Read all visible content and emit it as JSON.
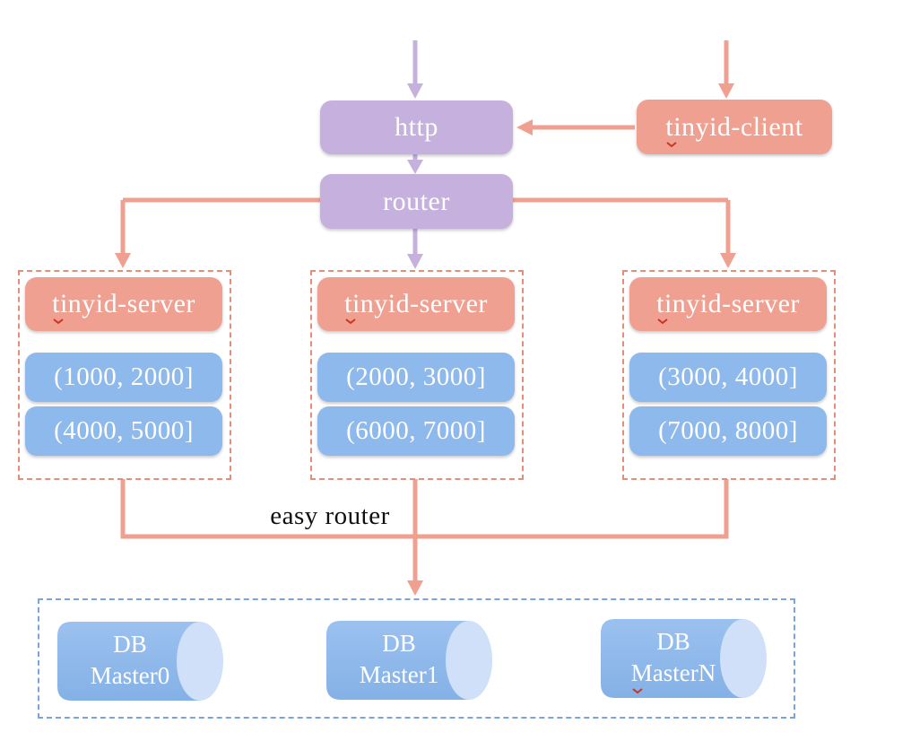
{
  "nodes": {
    "http": "http",
    "router": "router",
    "client": "tinyid-client",
    "servers": [
      {
        "title": "tinyid-server",
        "ranges": [
          "(1000, 2000]",
          "(4000, 5000]"
        ]
      },
      {
        "title": "tinyid-server",
        "ranges": [
          "(2000, 3000]",
          "(6000, 7000]"
        ]
      },
      {
        "title": "tinyid-server",
        "ranges": [
          "(3000, 4000]",
          "(7000, 8000]"
        ]
      }
    ],
    "easy_router": "easy router",
    "databases": [
      {
        "line1": "DB",
        "line2": "Master0"
      },
      {
        "line1": "DB",
        "line2": "Master1"
      },
      {
        "line1": "DB",
        "line2": "MasterN"
      }
    ]
  },
  "colors": {
    "purple": "#c6b1de",
    "salmon": "#efa091",
    "blue": "#8db9ec",
    "server_container_border": "#e28f7a",
    "db_container_border": "#7ba3dc",
    "cylinder_body": "#8cb8ea",
    "cylinder_cap": "#cfe0f8",
    "box_text": "#ffffff",
    "annotation_text": "#101010",
    "spellcheck": "#cc3322"
  }
}
